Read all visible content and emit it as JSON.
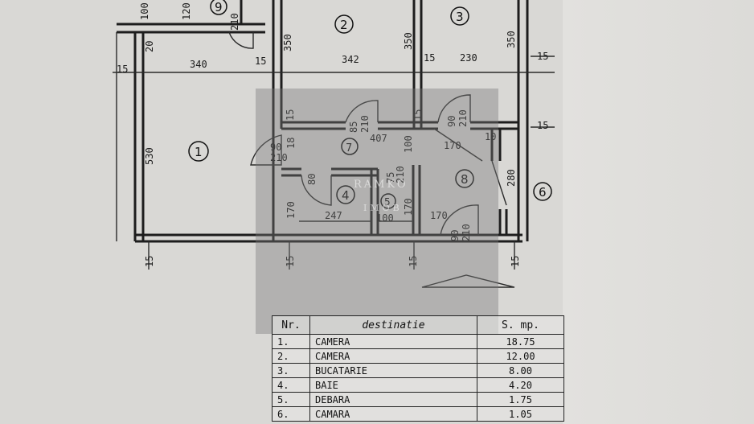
{
  "rooms": [
    "1",
    "2",
    "3",
    "4",
    "5",
    "7",
    "8",
    "9",
    "6"
  ],
  "dimensions": {
    "d340": "340",
    "d342": "342",
    "d230": "230",
    "d350a": "350",
    "d350b": "350",
    "d350c": "350",
    "d15": "15",
    "d530": "530",
    "d407": "407",
    "d247": "247",
    "d100": "100",
    "d170": "170",
    "d280": "280",
    "d90": "90",
    "d210": "210",
    "d85": "85",
    "d80": "80",
    "d75": "75",
    "d10": "10",
    "d120": "120",
    "d20": "20",
    "d18": "18",
    "d100b": "100"
  },
  "watermark": {
    "line1": "RAMKO",
    "line2": "IMOB"
  },
  "legend": {
    "headers": {
      "nr": "Nr.",
      "dest": "destinatie",
      "sup": "S. mp."
    },
    "rows": [
      {
        "nr": "1.",
        "dest": "CAMERA",
        "sup": "18.75"
      },
      {
        "nr": "2.",
        "dest": "CAMERA",
        "sup": "12.00"
      },
      {
        "nr": "3.",
        "dest": "BUCATARIE",
        "sup": "8.00"
      },
      {
        "nr": "4.",
        "dest": "BAIE",
        "sup": "4.20"
      },
      {
        "nr": "5.",
        "dest": "DEBARA",
        "sup": "1.75"
      },
      {
        "nr": "6.",
        "dest": "CAMARA",
        "sup": "1.05"
      }
    ]
  },
  "colors": {
    "paper": "#d9d8d5",
    "ink": "#1d1d1d",
    "watermark": "#787878"
  }
}
